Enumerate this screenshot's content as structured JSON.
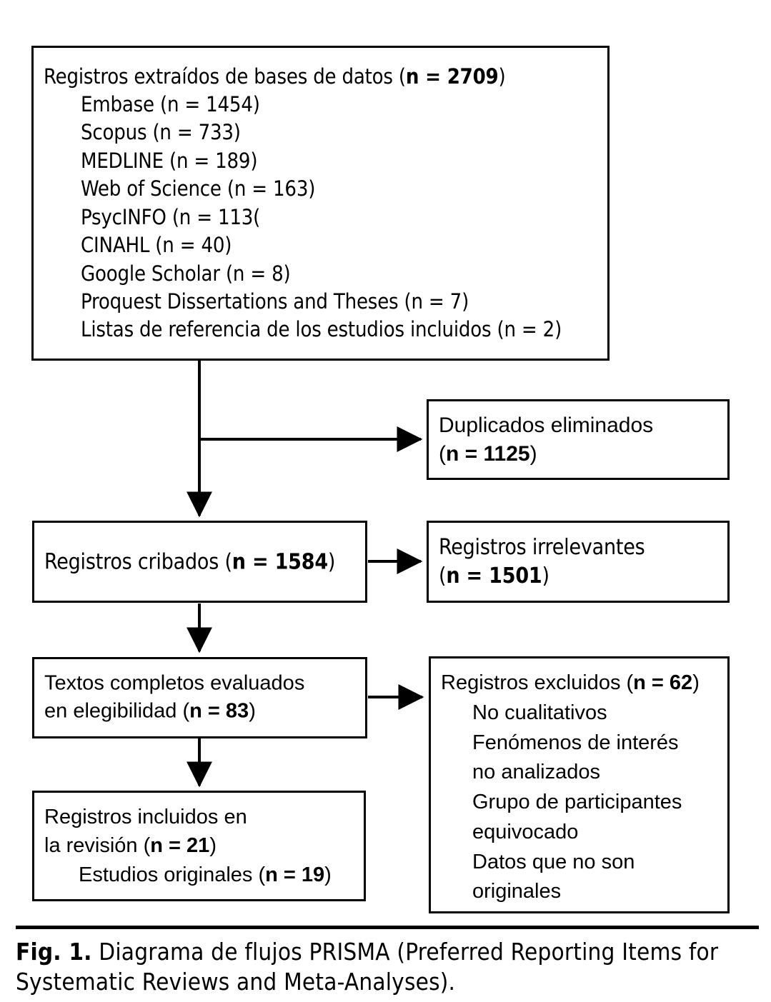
{
  "figure": {
    "caption_label": "Fig. 1.",
    "caption_text": " Diagrama de flujos PRISMA (Preferred Reporting Items for Systematic Reviews and Meta-Analyses).",
    "line_color": "#000000",
    "background_color": "#ffffff"
  },
  "chart_data": {
    "type": "diagram",
    "diagram_kind": "prisma-flow",
    "title": "Diagrama de flujos PRISMA (Preferred Reporting Items for Systematic Reviews and Meta-Analyses)",
    "language": "es",
    "nodes": [
      {
        "id": "identification",
        "heading": "Registros extraídos de bases de datos (n = 2709)",
        "n": 2709,
        "sources": [
          {
            "label": "Embase (n = 1454)",
            "name": "Embase",
            "n": 1454
          },
          {
            "label": "Scopus (n = 733)",
            "name": "Scopus",
            "n": 733
          },
          {
            "label": "MEDLINE (n = 189)",
            "name": "MEDLINE",
            "n": 189
          },
          {
            "label": "Web of Science (n = 163)",
            "name": "Web of Science",
            "n": 163
          },
          {
            "label": "PsycINFO (n = 113(",
            "name": "PsycINFO",
            "n": 113
          },
          {
            "label": "CINAHL (n = 40)",
            "name": "CINAHL",
            "n": 40
          },
          {
            "label": "Google Scholar (n = 8)",
            "name": "Google Scholar",
            "n": 8
          },
          {
            "label": "Proquest Dissertations and Theses (n = 7)",
            "name": "Proquest Dissertations and Theses",
            "n": 7
          },
          {
            "label": "Listas de referencia de los estudios incluidos (n = 2)",
            "name": "Listas de referencia de los estudios incluidos",
            "n": 2
          }
        ]
      },
      {
        "id": "duplicates",
        "label": "Duplicados eliminados",
        "n": 1125,
        "n_line": "(n = 1125)"
      },
      {
        "id": "screened",
        "label": "Registros cribados",
        "n": 1584,
        "full_line": "Registros cribados (n = 1584)"
      },
      {
        "id": "irrelevant",
        "label": "Registros irrelevantes",
        "n": 1501,
        "n_line": "(n = 1501)"
      },
      {
        "id": "eligibility",
        "label_line1": "Textos completos evaluados",
        "label_line2": "en elegibilidad (n = 83)",
        "n": 83
      },
      {
        "id": "excluded",
        "heading": "Registros excluidos (n = 62)",
        "n": 62,
        "reasons": [
          "No cualitativos",
          "Fenómenos de interés",
          "no analizados",
          "Grupo de participantes",
          "equivocado",
          "Datos que no son",
          "originales"
        ]
      },
      {
        "id": "included",
        "label_line1": "Registros incluidos en",
        "label_line2": "la revisión (n = 21)",
        "n": 21,
        "sub_line": "Estudios originales (n = 19)",
        "sub_n": 19
      }
    ],
    "edges": [
      {
        "from": "identification",
        "to": "duplicates",
        "direction": "right"
      },
      {
        "from": "identification",
        "to": "screened",
        "direction": "down"
      },
      {
        "from": "screened",
        "to": "irrelevant",
        "direction": "right"
      },
      {
        "from": "screened",
        "to": "eligibility",
        "direction": "down"
      },
      {
        "from": "eligibility",
        "to": "excluded",
        "direction": "right"
      },
      {
        "from": "eligibility",
        "to": "included",
        "direction": "down"
      }
    ]
  },
  "boxes": {
    "sources": {
      "heading_pre": "Registros extraídos de bases de datos (",
      "heading_bold": "n = 2709",
      "heading_post": ")",
      "items": [
        "Embase (n = 1454)",
        "Scopus (n = 733)",
        "MEDLINE (n = 189)",
        "Web of Science (n = 163)",
        "PsycINFO (n = 113(",
        "CINAHL (n = 40)",
        "Google Scholar (n = 8)",
        "Proquest Dissertations and Theses (n = 7)",
        "Listas de referencia de los estudios incluidos (n = 2)"
      ]
    },
    "duplicates": {
      "line1": "Duplicados eliminados",
      "line2_pre": "(",
      "line2_bold": "n = 1125",
      "line2_post": ")"
    },
    "screened": {
      "pre": "Registros cribados (",
      "bold": "n = 1584",
      "post": ")"
    },
    "irrelevant": {
      "line1": "Registros irrelevantes",
      "line2_pre": "(",
      "line2_bold": "n = 1501",
      "line2_post": ")"
    },
    "eligibility": {
      "line1": "Textos completos evaluados",
      "line2_pre": "en elegibilidad (",
      "line2_bold": "n = 83",
      "line2_post": ")"
    },
    "excluded": {
      "heading_pre": "Registros excluidos (",
      "heading_bold": "n = 62",
      "heading_post": ")",
      "reasons": [
        "No cualitativos",
        "Fenómenos de interés",
        "no analizados",
        "Grupo de participantes",
        "equivocado",
        "Datos que no son",
        "originales"
      ]
    },
    "included": {
      "line1": "Registros incluidos en",
      "line2_pre": "la revisión (",
      "line2_bold": "n = 21",
      "line2_post": ")",
      "line3_pre": "Estudios originales (",
      "line3_bold": "n = 19",
      "line3_post": ")"
    }
  }
}
